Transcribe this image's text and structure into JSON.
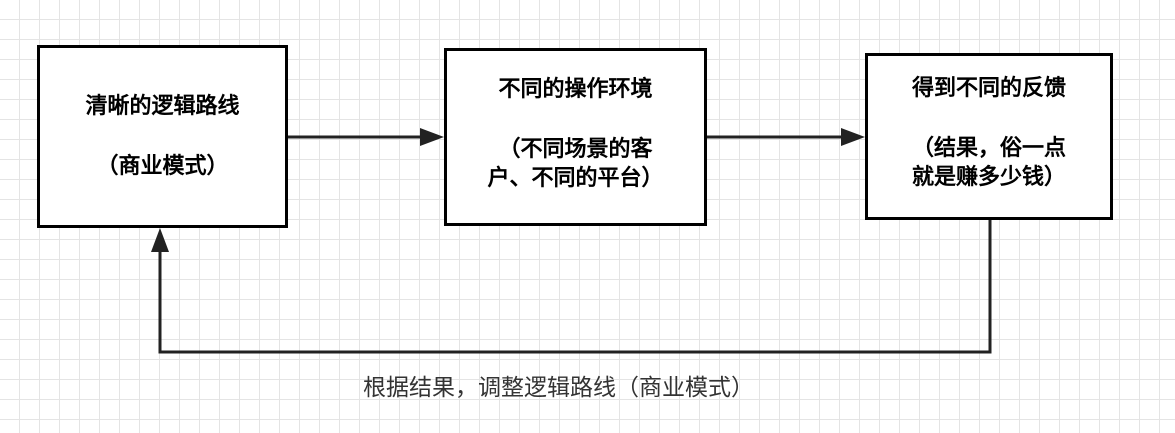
{
  "nodes": {
    "logic": {
      "line1": "清晰的逻辑路线",
      "line2": "（商业模式）"
    },
    "environment": {
      "line1": "不同的操作环境",
      "line2": "（不同场景的客",
      "line3": "户、不同的平台）"
    },
    "feedback": {
      "line1": "得到不同的反馈",
      "line2": "（结果，俗一点",
      "line3": "就是赚多少钱）"
    }
  },
  "feedback_loop": {
    "label": "根据结果，调整逻辑路线（商业模式）"
  }
}
